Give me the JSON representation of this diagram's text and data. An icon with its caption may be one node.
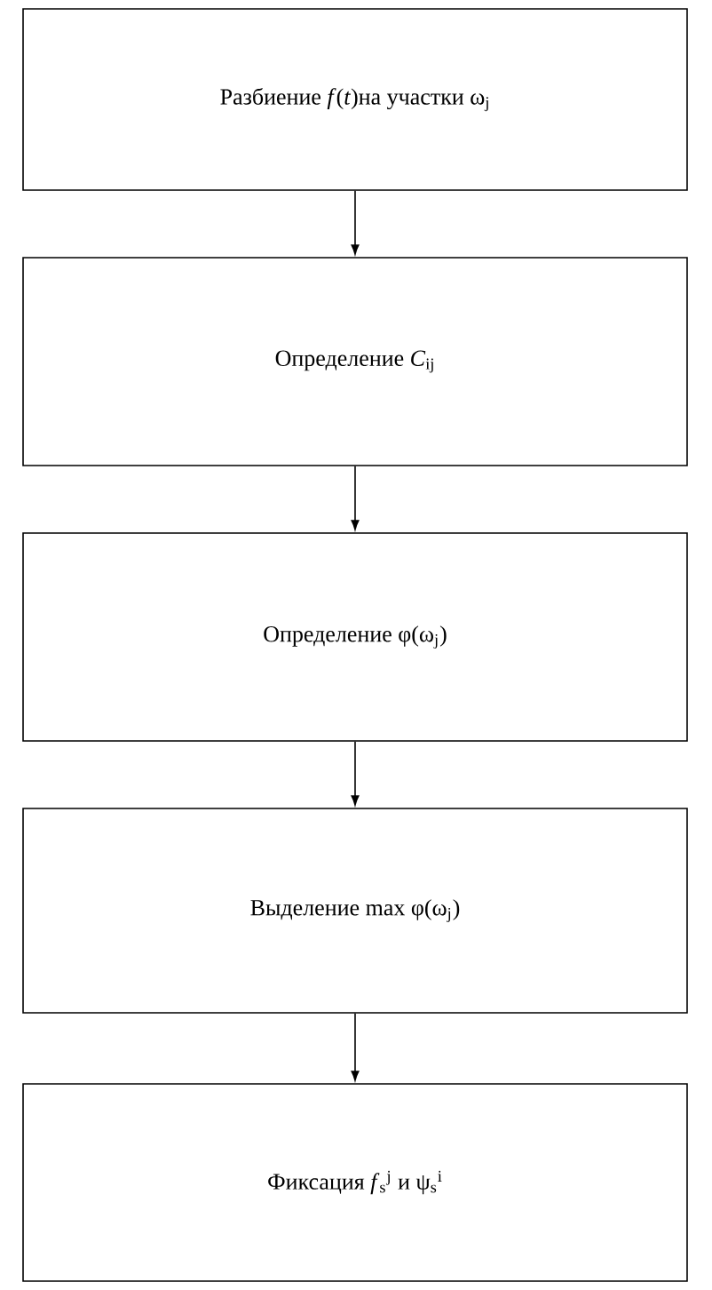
{
  "diagram": {
    "nodes": [
      {
        "text": [
          "Разбиение *f*(*t*)на участки ω$_{j}$"
        ]
      },
      {
        "text": [
          "Определение *C*$_{ij}$"
        ]
      },
      {
        "text": [
          "Определение φ(ω$_{j}$)"
        ]
      },
      {
        "text": [
          "Выделение max φ(ω$_{j}$)"
        ]
      },
      {
        "text": [
          "Фиксация *f*$_{s}$$^{j}$ и ψ$_{s}$$^{i}$"
        ]
      }
    ],
    "edges": [
      {
        "from": 0,
        "to": 1,
        "arrow": "to"
      },
      {
        "from": 1,
        "to": 2,
        "arrow": "to"
      },
      {
        "from": 2,
        "to": 3,
        "arrow": "to"
      },
      {
        "from": 3,
        "to": 4,
        "arrow": "to"
      }
    ]
  }
}
